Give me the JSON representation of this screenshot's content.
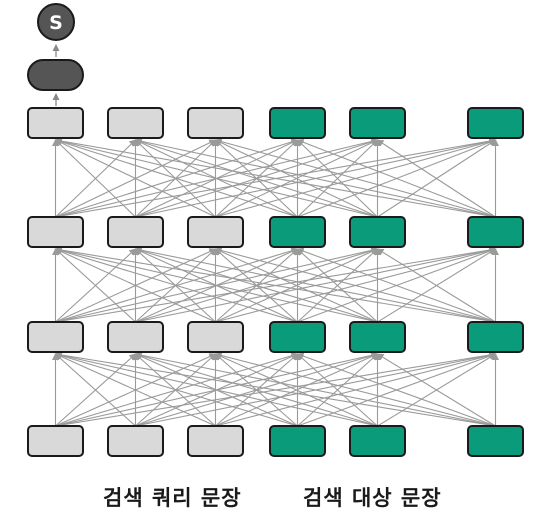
{
  "output_token": {
    "label": "S"
  },
  "captions": {
    "query": "검색 쿼리 문장",
    "target": "검색 대상 문장"
  },
  "layers": [
    {
      "name": "layer-1",
      "token_groups": [
        "query",
        "query",
        "query",
        "target",
        "target",
        "target"
      ]
    },
    {
      "name": "layer-2",
      "token_groups": [
        "query",
        "query",
        "query",
        "target",
        "target",
        "target"
      ]
    },
    {
      "name": "layer-3",
      "token_groups": [
        "query",
        "query",
        "query",
        "target",
        "target",
        "target"
      ]
    },
    {
      "name": "layer-4",
      "token_groups": [
        "query",
        "query",
        "query",
        "target",
        "target",
        "target"
      ]
    }
  ],
  "colors": {
    "query_token": "#d9d9d9",
    "target_token": "#0a9b7b",
    "pooling_node": "#555555",
    "output_node": "#555555",
    "output_text": "#ffffff",
    "token_border": "#1a1a1a",
    "connection": "#9a9a9a"
  }
}
